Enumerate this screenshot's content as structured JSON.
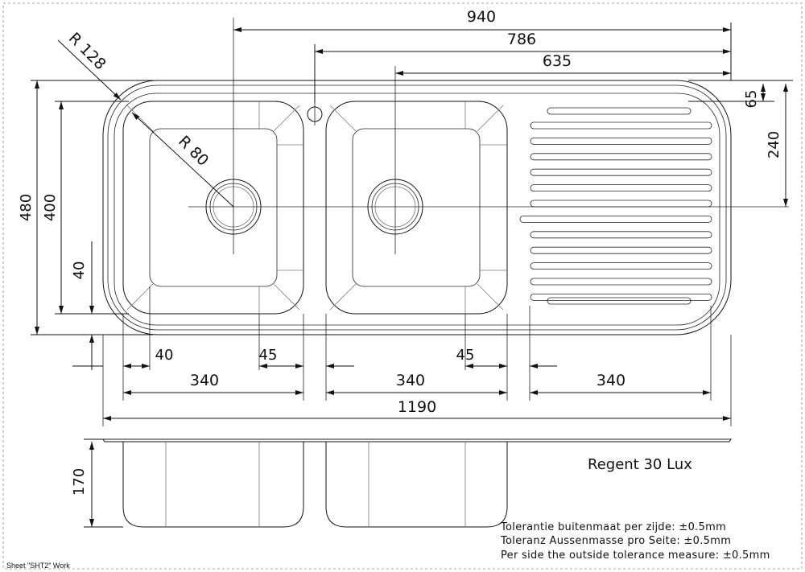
{
  "dimensions": {
    "top": [
      "940",
      "786",
      "635"
    ],
    "right": [
      "65",
      "240"
    ],
    "left": [
      "480",
      "400",
      "40"
    ],
    "radius_outer": "R 128",
    "radius_inner": "R 80",
    "bottom_offsets": [
      "40",
      "45",
      "45"
    ],
    "bowl_widths": [
      "340",
      "340",
      "340"
    ],
    "overall_width": "1190",
    "depth": "170"
  },
  "model_name": "Regent 30 Lux",
  "tolerance_notes": [
    "Tolerantie buitenmaat per zijde:  ±0.5mm",
    "Toleranz Aussenmasse pro Seite:  ±0.5mm",
    "Per side the outside tolerance measure:  ±0.5mm"
  ],
  "sheet_label": "Sheet \"SHT2\" Work",
  "icons": [
    "arrow-head",
    "drain-circle",
    "tap-hole"
  ]
}
